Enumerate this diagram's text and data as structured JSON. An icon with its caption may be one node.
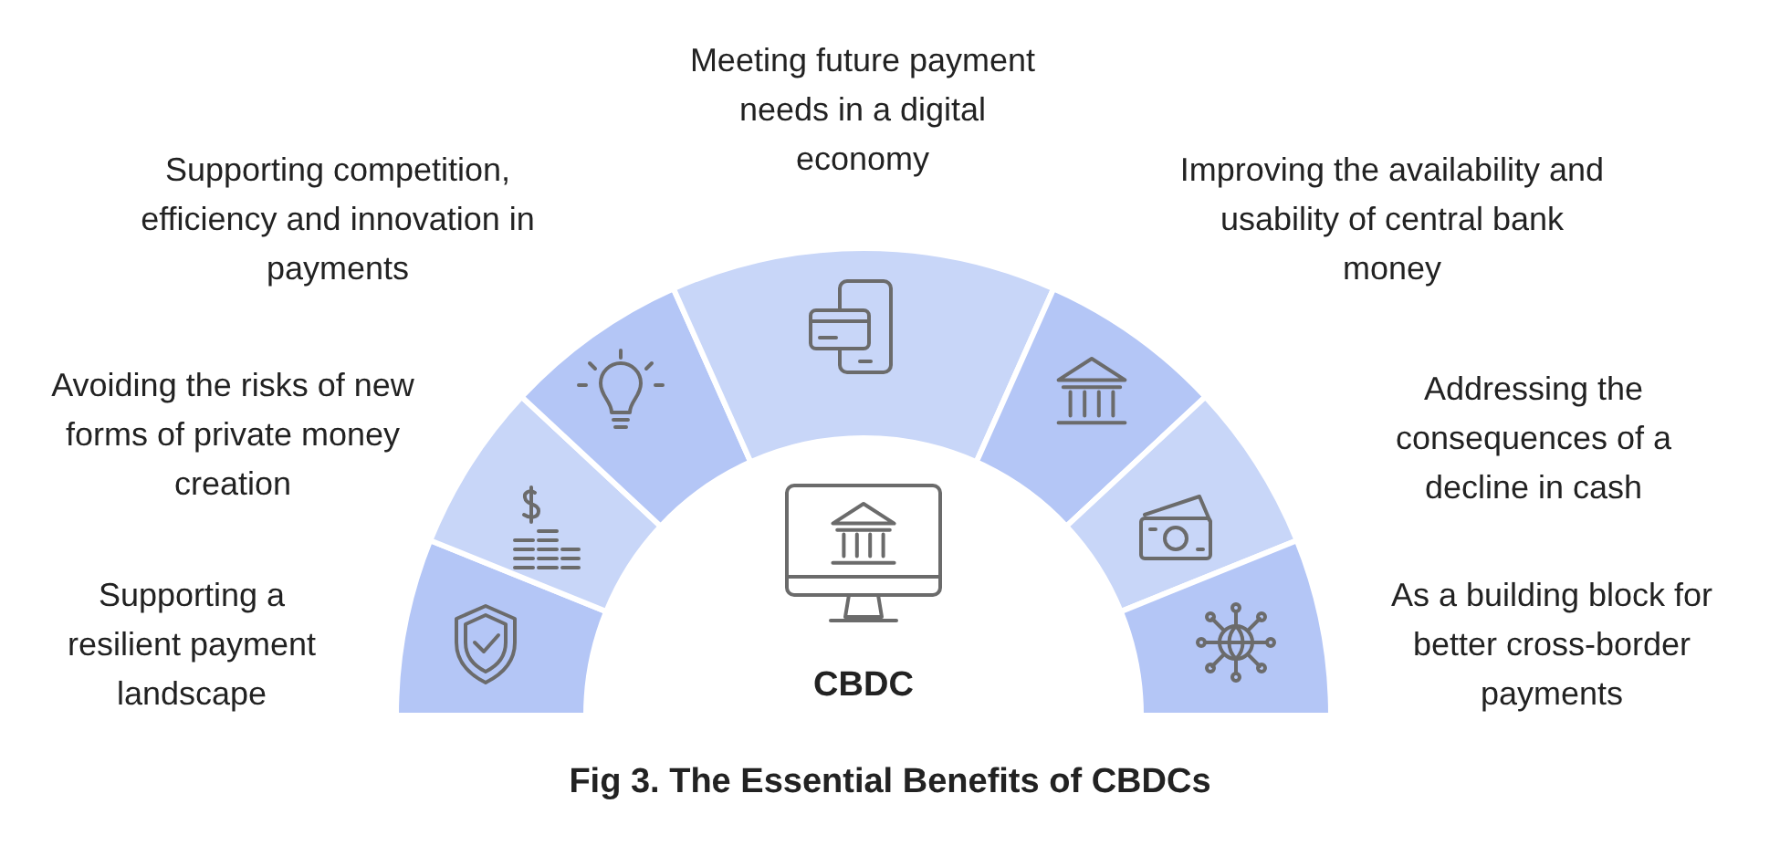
{
  "diagram": {
    "caption": "Fig 3. The Essential Benefits of CBDCs",
    "nodes": [
      {
        "text": [],
        "shape": "segment",
        "beside": [
          "Supporting a resilient payment landscape"
        ]
      },
      {
        "text": [],
        "shape": "segment",
        "beside": [
          "Avoiding the risks of new forms of private money creation"
        ]
      },
      {
        "text": [],
        "shape": "segment",
        "beside": [
          "Supporting competition, efficiency and innovation in payments"
        ]
      },
      {
        "text": [],
        "shape": "segment",
        "beside": [
          "Meeting future payment needs in a digital economy"
        ]
      },
      {
        "text": [],
        "shape": "segment",
        "beside": [
          "Improving the availability and usability of central bank money"
        ]
      },
      {
        "text": [],
        "shape": "segment",
        "beside": [
          "Addressing the consequences of a decline in cash"
        ]
      },
      {
        "text": [],
        "shape": "segment",
        "beside": [
          "As a building block for better cross-border payments"
        ]
      },
      {
        "text": [
          "CBDC"
        ]
      }
    ]
  }
}
